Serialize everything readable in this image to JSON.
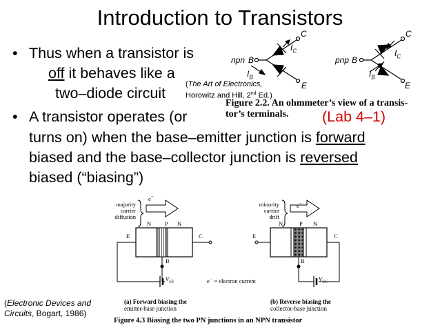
{
  "slide": {
    "title": "Introduction to Transistors",
    "bullet1": {
      "line1": "Thus when a transistor is",
      "line2_u": "off",
      "line2_rest": " it behaves like a",
      "line3": "two–diode circuit"
    },
    "citation1": {
      "line1": "The Art of Electronics,",
      "line2_a": "Horowitz and Hill, 2",
      "line2_sup": "nd",
      "line2_b": " Ed.)",
      "open_paren": "("
    },
    "fig22_caption": {
      "line1": "Figure 2.2.  An ohmmeter’s view of a transis-",
      "line2": "tor’s terminals."
    },
    "lab_ref": "(Lab 4–1)",
    "bullet2": {
      "line1": "A transistor operates (or",
      "line2_a": "turns on) when the base–emitter junction is ",
      "line2_u": "forward",
      "line3_a": "biased and the base–collector junction is ",
      "line3_u": "reversed",
      "line4": "biased (“biasing”)"
    },
    "citation2": {
      "line1": "Electronic Devices and",
      "line2_a": "Circuits",
      "line2_b": ", Bogart, 1986)",
      "open_paren": "("
    },
    "bullet_symbol": "•"
  },
  "fig22": {
    "npn": {
      "type": "npn",
      "B": "B",
      "C": "C",
      "E": "E",
      "ic": "I",
      "ic_sub": "C",
      "ib": "I",
      "ib_sub": "B"
    },
    "pnp": {
      "type": "pnp",
      "B": "B",
      "C": "C",
      "E": "E",
      "ic": "I",
      "ic_sub": "C",
      "ib": "I",
      "ib_sub": "B"
    }
  },
  "fig43": {
    "left": {
      "carrier_label": [
        "majority",
        "carrier",
        "diffusion"
      ],
      "electron": "e",
      "regions": [
        "N",
        "P",
        "N"
      ],
      "E": "E",
      "C": "C",
      "B": "B",
      "supply": "V",
      "supply_sub": "EE",
      "caption": [
        "(a) Forward biasing the",
        "emitter-base junction"
      ]
    },
    "right": {
      "carrier_label": [
        "minority",
        "carrier",
        "drift"
      ],
      "electron": "e",
      "regions": [
        "N",
        "P",
        "N"
      ],
      "E": "E",
      "C": "C",
      "B": "B",
      "supply": "V",
      "supply_sub": "CC",
      "caption": [
        "(b) Reverse biasing the",
        "collector-base junction"
      ]
    },
    "legend": "e⁻ = electron current",
    "caption": "Figure 4.3 Biasing the two PN junctions in an NPN transistor"
  },
  "colors": {
    "text": "#000000",
    "accent": "#d40000",
    "background": "#ffffff"
  }
}
